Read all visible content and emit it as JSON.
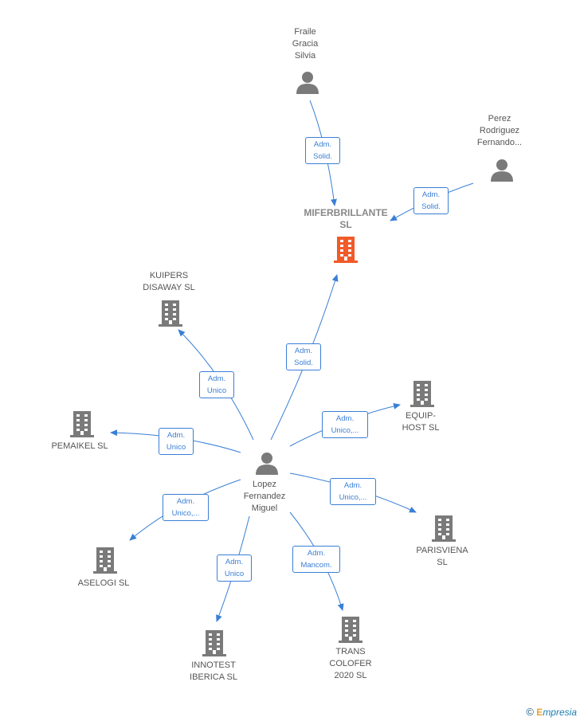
{
  "center": {
    "label": "Lopez\nFernandez\nMiguel"
  },
  "people": [
    {
      "id": "fraile",
      "label": "Fraile\nGracia\nSilvia"
    },
    {
      "id": "perez",
      "label": "Perez\nRodriguez\nFernando..."
    }
  ],
  "main_company": {
    "label": "MIFERBRILLANTE\nSL",
    "color": "#f15a29"
  },
  "companies": [
    {
      "id": "kuipers",
      "label": "KUIPERS\nDISAWAY SL"
    },
    {
      "id": "pemaikel",
      "label": "PEMAIKEL  SL"
    },
    {
      "id": "equip",
      "label": "EQUIP-\nHOST  SL"
    },
    {
      "id": "parisviena",
      "label": "PARISVIENA\nSL"
    },
    {
      "id": "aselogi",
      "label": "ASELOGI  SL"
    },
    {
      "id": "innotest",
      "label": "INNOTEST\nIBERICA  SL"
    },
    {
      "id": "trans",
      "label": "TRANS\nCOLOFER\n2020 SL"
    }
  ],
  "edges": [
    {
      "id": "e-fraile",
      "label": "Adm.\nSolid."
    },
    {
      "id": "e-perez",
      "label": "Adm.\nSolid."
    },
    {
      "id": "e-main",
      "label": "Adm.\nSolid."
    },
    {
      "id": "e-kuipers",
      "label": "Adm.\nUnico"
    },
    {
      "id": "e-pemaikel",
      "label": "Adm.\nUnico"
    },
    {
      "id": "e-equip",
      "label": "Adm.\nUnico,..."
    },
    {
      "id": "e-parisviena",
      "label": "Adm.\nUnico,..."
    },
    {
      "id": "e-aselogi",
      "label": "Adm.\nUnico,..."
    },
    {
      "id": "e-innotest",
      "label": "Adm.\nUnico"
    },
    {
      "id": "e-trans",
      "label": "Adm.\nMancom."
    }
  ],
  "colors": {
    "edge": "#3a7fd5",
    "node_gray": "#7a7a7a"
  },
  "footer": {
    "copyright": "©",
    "brand_first": "E",
    "brand_rest": "mpresia"
  }
}
